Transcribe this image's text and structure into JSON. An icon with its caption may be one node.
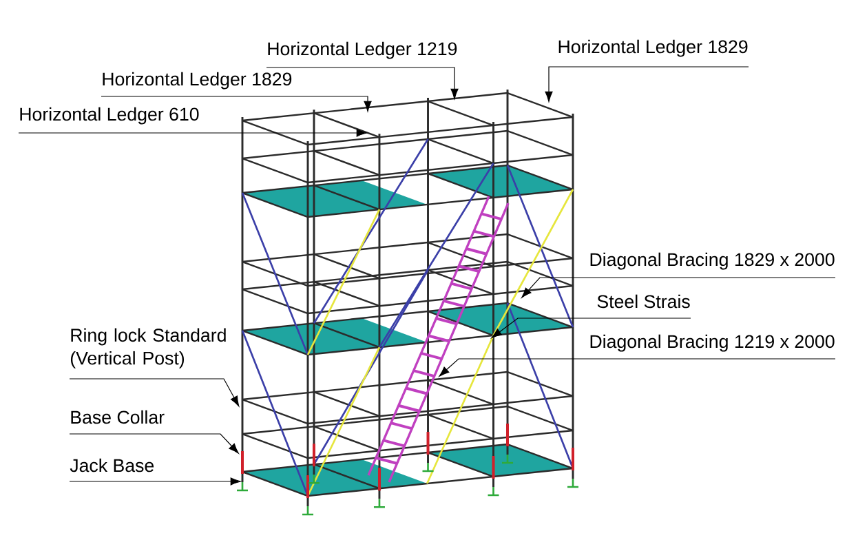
{
  "diagram": {
    "nodes": [
      {
        "text": [
          "Horizontal Ledger 1219"
        ]
      },
      {
        "text": [
          "Horizontal Ledger 1829"
        ]
      },
      {
        "text": [
          "Horizontal Ledger 1829"
        ]
      },
      {
        "text": [
          "Horizontal Ledger 610"
        ]
      },
      {
        "text": [
          "Diagonal Bracing 1829 x 2000"
        ]
      },
      {
        "text": [
          "Steel Strais"
        ]
      },
      {
        "text": [
          "Diagonal Bracing 1219 x 2000"
        ]
      },
      {
        "text": [
          "Ring lock Standard (Vertical Post)"
        ]
      },
      {
        "text": [
          "Base Collar"
        ]
      },
      {
        "text": [
          "Jack Base"
        ]
      }
    ],
    "edges": [
      {
        "from": 0,
        "to": null,
        "arrow": "to"
      },
      {
        "from": 1,
        "to": null,
        "arrow": "to"
      },
      {
        "from": 2,
        "to": null,
        "arrow": "to"
      },
      {
        "from": 3,
        "to": null,
        "arrow": "to"
      },
      {
        "from": 4,
        "to": null,
        "arrow": "to"
      },
      {
        "from": 5,
        "to": null,
        "arrow": "to"
      },
      {
        "from": 6,
        "to": null,
        "arrow": "to"
      },
      {
        "from": 7,
        "to": null,
        "arrow": "to"
      },
      {
        "from": 8,
        "to": null,
        "arrow": "to"
      },
      {
        "from": 9,
        "to": null,
        "arrow": "to"
      }
    ]
  }
}
